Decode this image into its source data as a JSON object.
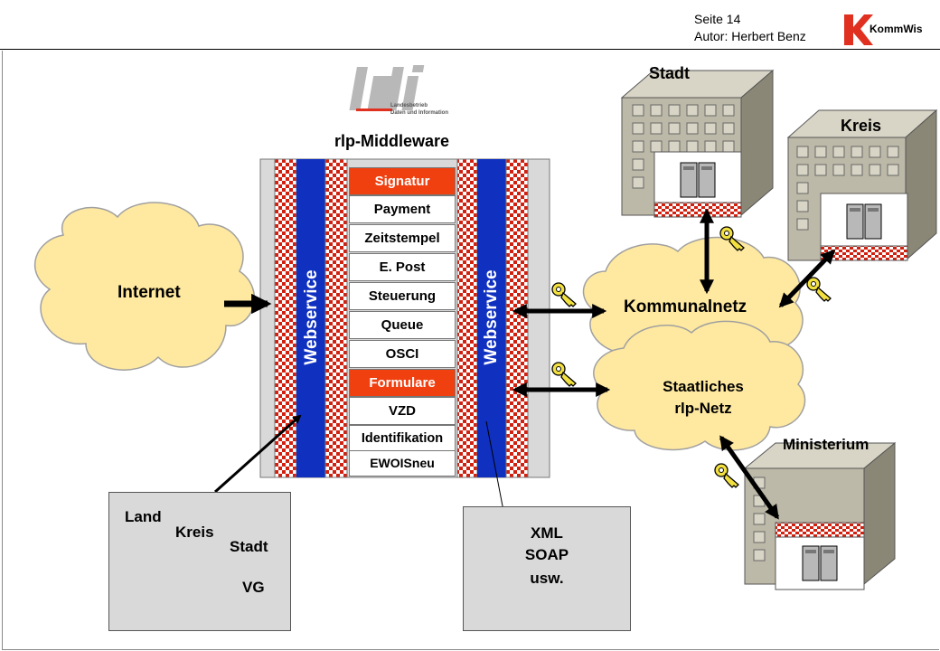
{
  "header": {
    "page": "Seite 14",
    "author": "Autor: Herbert Benz",
    "logo_text": "KommWis"
  },
  "ldi_logo": {
    "text": "ldi",
    "subtitle_line1": "Landesbetrieb",
    "subtitle_line2": "Daten und Information"
  },
  "middleware": {
    "title": "rlp-Middleware",
    "left_band": "Webservice",
    "right_band": "Webservice",
    "stack": [
      {
        "label": "Signatur",
        "highlight": true
      },
      {
        "label": "Payment",
        "highlight": false
      },
      {
        "label": "Zeitstempel",
        "highlight": false
      },
      {
        "label": "E. Post",
        "highlight": false
      },
      {
        "label": "Steuerung",
        "highlight": false
      },
      {
        "label": "Queue",
        "highlight": false
      },
      {
        "label": "OSCI",
        "highlight": false
      },
      {
        "label": "Formulare",
        "highlight": true
      },
      {
        "label": "VZD",
        "highlight": false
      },
      {
        "label": "Identifikation",
        "highlight": false
      },
      {
        "label": "EWOISneu",
        "highlight": false
      }
    ]
  },
  "clouds": {
    "internet": "Internet",
    "kommunalnetz": "Kommunalnetz",
    "staat_line1": "Staatliches",
    "staat_line2": "rlp-Netz"
  },
  "buildings": {
    "stadt": "Stadt",
    "kreis": "Kreis",
    "ministerium": "Ministerium"
  },
  "hierarchy": {
    "land": "Land",
    "kreis": "Kreis",
    "stadt": "Stadt",
    "vg": "VG"
  },
  "formats": {
    "line1": "XML",
    "line2": "SOAP",
    "line3": "usw."
  },
  "colors": {
    "accent_red": "#f04010",
    "webservice_blue": "#1030c0",
    "cloud_fill": "#ffe9a0",
    "building_wall": "#bdb9a8",
    "box_gray": "#d9d9d9"
  }
}
